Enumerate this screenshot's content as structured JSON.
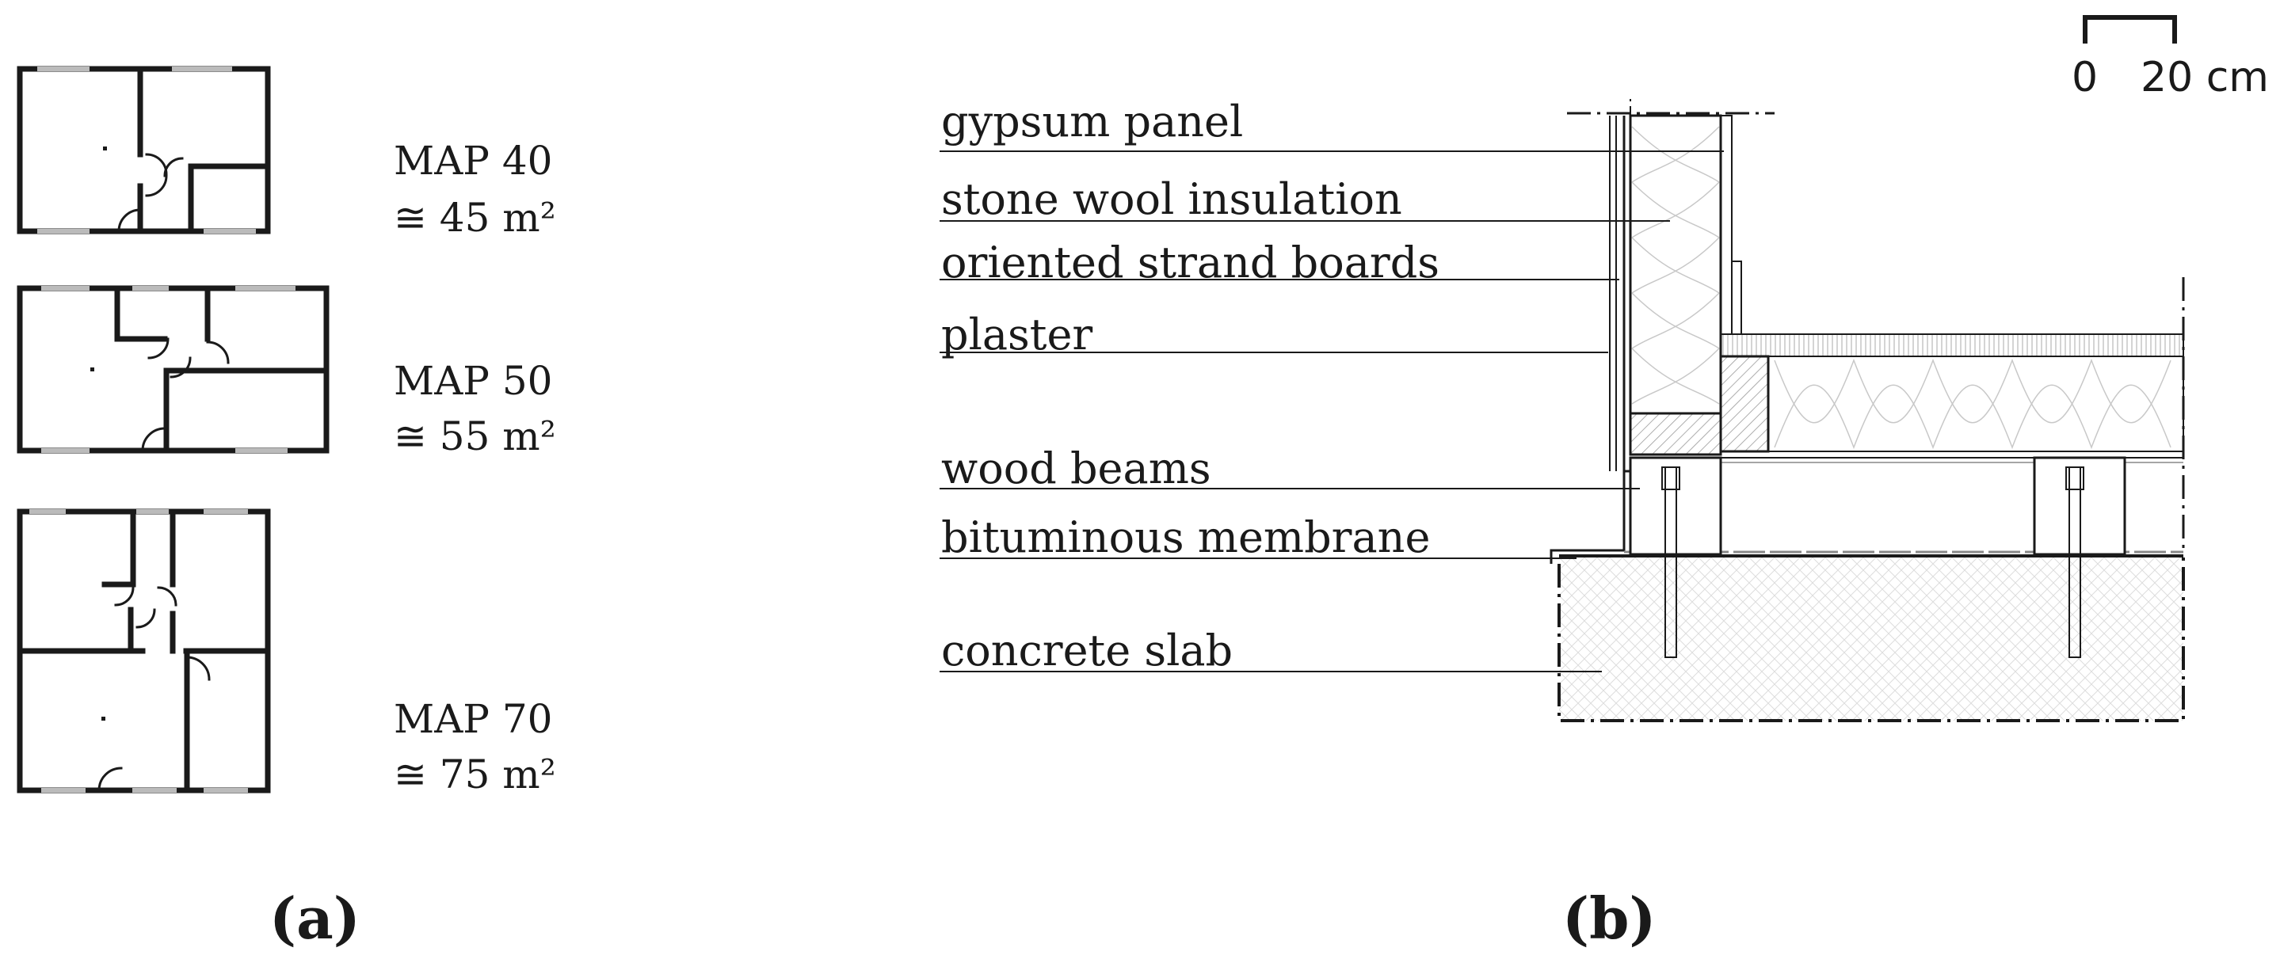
{
  "panel_a": {
    "caption": "(a)",
    "plans": [
      {
        "name": "MAP 40",
        "area": "≅ 45 m²"
      },
      {
        "name": "MAP 50",
        "area": "≅ 55 m²"
      },
      {
        "name": "MAP 70",
        "area": "≅ 75 m²"
      }
    ]
  },
  "panel_b": {
    "caption": "(b)",
    "scale": {
      "start": "0",
      "end": "20 cm"
    },
    "layers": [
      "gypsum panel",
      "stone wool insulation",
      "oriented strand boards",
      "plaster",
      "wood beams",
      "bituminous membrane",
      "concrete slab"
    ]
  },
  "colors": {
    "line": "#1a1a1a",
    "thin": "#555555",
    "hatch": "#bbbbbb"
  }
}
